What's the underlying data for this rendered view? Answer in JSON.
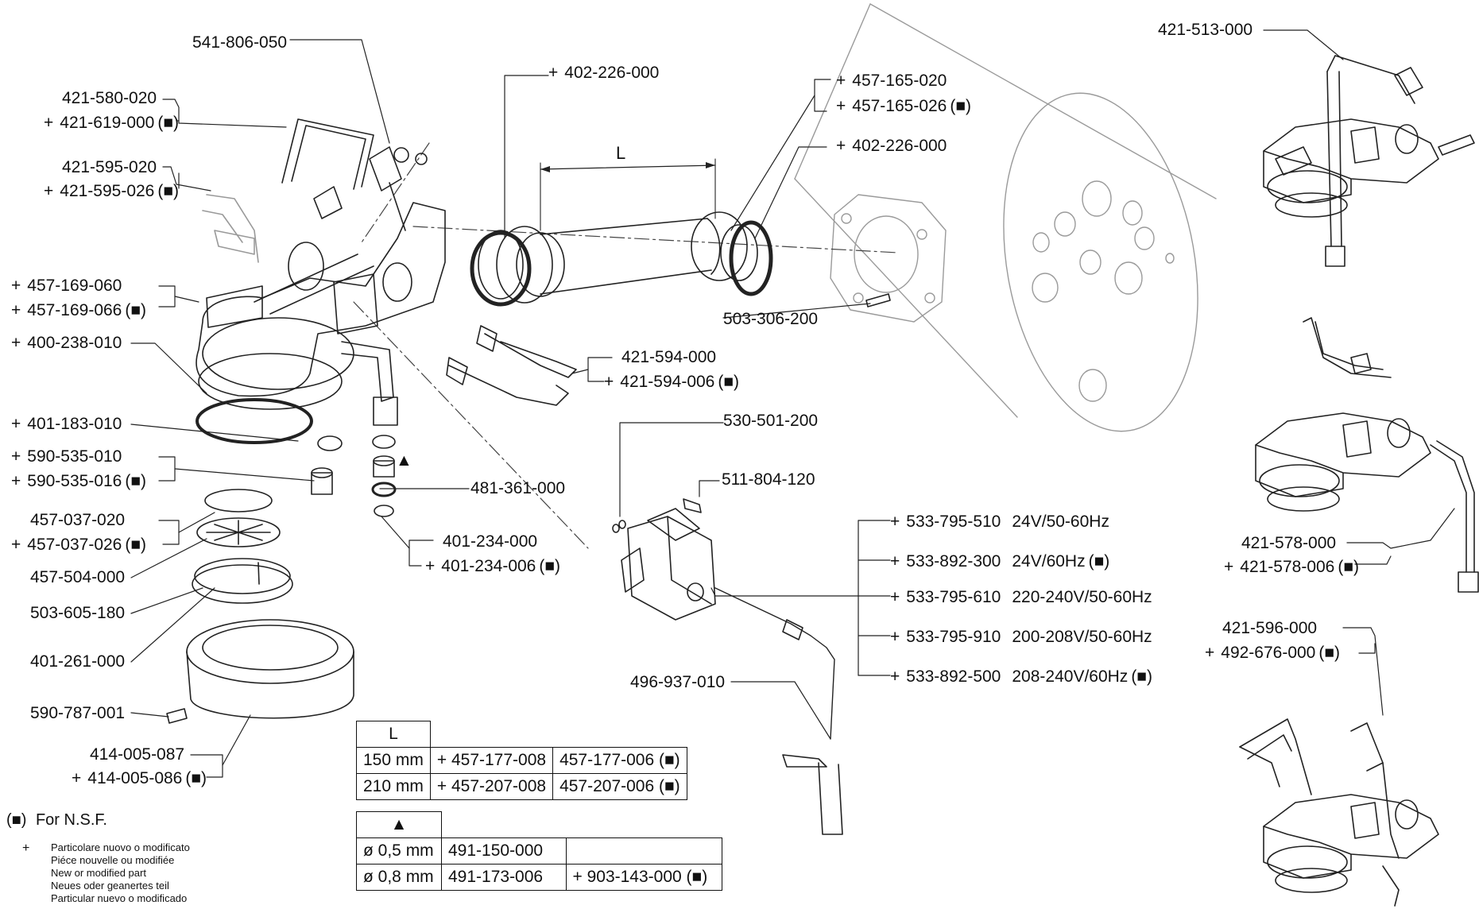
{
  "dimension_label": "L",
  "triangle_symbol": "▲",
  "nsf_symbol": "(■)",
  "plus_symbol": "+",
  "parts": {
    "p541_806_050": {
      "code": "541-806-050"
    },
    "p421_580_020": {
      "code": "421-580-020"
    },
    "p421_619_000": {
      "code": "421-619-000",
      "new": true,
      "nsf": true
    },
    "p421_595_020": {
      "code": "421-595-020"
    },
    "p421_595_026": {
      "code": "421-595-026",
      "new": true,
      "nsf": true
    },
    "p457_169_060": {
      "code": "457-169-060",
      "new": true
    },
    "p457_169_066": {
      "code": "457-169-066",
      "new": true,
      "nsf": true
    },
    "p400_238_010": {
      "code": "400-238-010",
      "new": true
    },
    "p401_183_010": {
      "code": "401-183-010",
      "new": true
    },
    "p590_535_010": {
      "code": "590-535-010",
      "new": true
    },
    "p590_535_016": {
      "code": "590-535-016",
      "new": true,
      "nsf": true
    },
    "p457_037_020": {
      "code": "457-037-020"
    },
    "p457_037_026": {
      "code": "457-037-026",
      "new": true,
      "nsf": true
    },
    "p457_504_000": {
      "code": "457-504-000"
    },
    "p503_605_180": {
      "code": "503-605-180"
    },
    "p401_261_000": {
      "code": "401-261-000"
    },
    "p590_787_001": {
      "code": "590-787-001"
    },
    "p414_005_087": {
      "code": "414-005-087"
    },
    "p414_005_086": {
      "code": "414-005-086",
      "new": true,
      "nsf": true
    },
    "p402_226_000a": {
      "code": "402-226-000",
      "new": true
    },
    "p457_165_020": {
      "code": "457-165-020",
      "new": true
    },
    "p457_165_026": {
      "code": "457-165-026",
      "new": true,
      "nsf": true
    },
    "p402_226_000b": {
      "code": "402-226-000",
      "new": true
    },
    "p503_306_200": {
      "code": "503-306-200"
    },
    "p421_594_000": {
      "code": "421-594-000"
    },
    "p421_594_006": {
      "code": "421-594-006",
      "new": true,
      "nsf": true
    },
    "p481_361_000": {
      "code": "481-361-000"
    },
    "p401_234_000": {
      "code": "401-234-000"
    },
    "p401_234_006": {
      "code": "401-234-006",
      "new": true,
      "nsf": true
    },
    "p530_501_200": {
      "code": "530-501-200"
    },
    "p511_804_120": {
      "code": "511-804-120"
    },
    "p496_937_010": {
      "code": "496-937-010"
    },
    "p421_513_000": {
      "code": "421-513-000"
    },
    "p421_578_000": {
      "code": "421-578-000"
    },
    "p421_578_006": {
      "code": "421-578-006",
      "new": true,
      "nsf": true
    },
    "p421_596_000": {
      "code": "421-596-000"
    },
    "p492_676_000": {
      "code": "492-676-000",
      "new": true,
      "nsf": true
    }
  },
  "coils": [
    {
      "code": "533-795-510",
      "spec": "24V/50-60Hz",
      "new": true
    },
    {
      "code": "533-892-300",
      "spec": "24V/60Hz",
      "new": true,
      "nsf": true
    },
    {
      "code": "533-795-610",
      "spec": "220-240V/50-60Hz",
      "new": true
    },
    {
      "code": "533-795-910",
      "spec": "200-208V/50-60Hz",
      "new": true
    },
    {
      "code": "533-892-500",
      "spec": "208-240V/60Hz",
      "new": true,
      "nsf": true
    }
  ],
  "table_length": {
    "header": "L",
    "rows": [
      {
        "size": "150 mm",
        "part_new": "+ 457-177-008",
        "part_nsf": "457-177-006 (■)"
      },
      {
        "size": "210 mm",
        "part_new": "+ 457-207-008",
        "part_nsf": "457-207-006 (■)"
      }
    ]
  },
  "table_triangle": {
    "header": "▲",
    "rows": [
      {
        "size": "ø 0,5 mm",
        "part": "491-150-000",
        "part_nsf": ""
      },
      {
        "size": "ø 0,8 mm",
        "part": "491-173-006",
        "part_nsf": "+ 903-143-000 (■)"
      }
    ]
  },
  "legend": {
    "nsf_symbol": "(■)",
    "nsf_text": "For N.S.F.",
    "plus": "+",
    "lines": [
      "Particolare nuovo o modificato",
      "Piéce nouvelle ou modifiée",
      "New or modified part",
      "Neues oder geanertes teil",
      "Particular nuevo o modificado"
    ]
  }
}
